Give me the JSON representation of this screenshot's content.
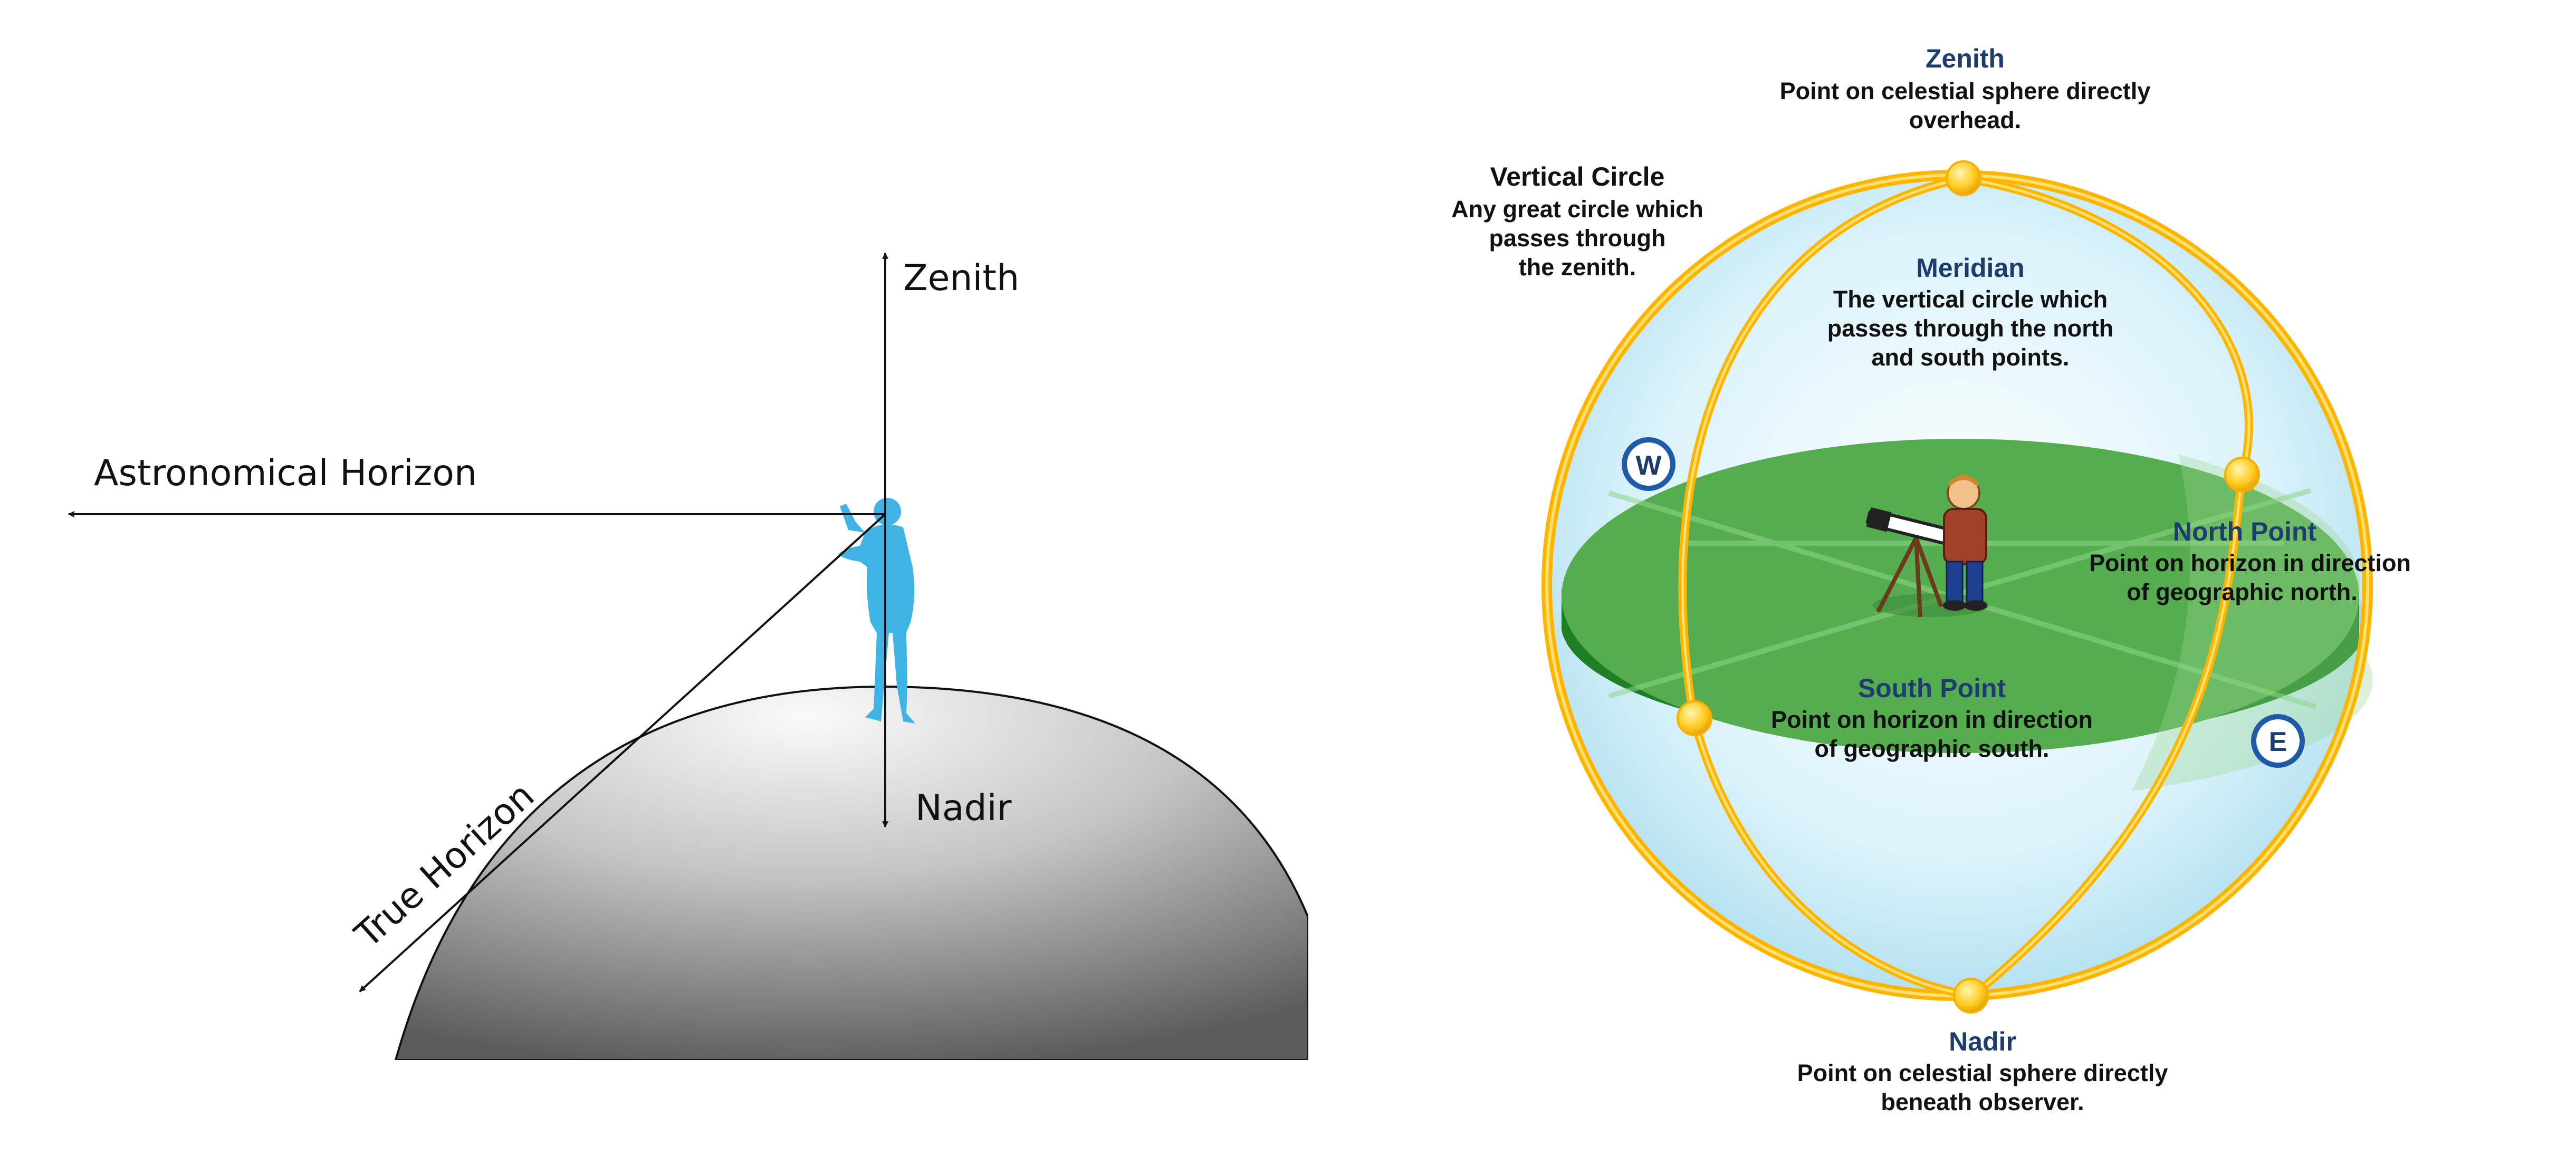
{
  "left_diagram": {
    "zenith": "Zenith",
    "astronomical_horizon": "Astronomical Horizon",
    "nadir": "Nadir",
    "true_horizon": "True Horizon"
  },
  "right_diagram": {
    "zenith": {
      "title": "Zenith",
      "lines": [
        "Point on celestial sphere directly",
        "overhead."
      ]
    },
    "vertical_circle": {
      "title": "Vertical Circle",
      "lines": [
        "Any great circle which",
        "passes through",
        "the zenith."
      ]
    },
    "meridian": {
      "title": "Meridian",
      "lines": [
        "The vertical circle which",
        "passes through the north",
        "and south points."
      ]
    },
    "north_point": {
      "title": "North Point",
      "lines": [
        "Point on horizon in direction",
        "of geographic north."
      ]
    },
    "south_point": {
      "title": "South Point",
      "lines": [
        "Point on horizon in direction",
        "of geographic south."
      ]
    },
    "nadir": {
      "title": "Nadir",
      "lines": [
        "Point on celestial sphere directly",
        "beneath observer."
      ]
    },
    "west_marker": "W",
    "east_marker": "E"
  }
}
